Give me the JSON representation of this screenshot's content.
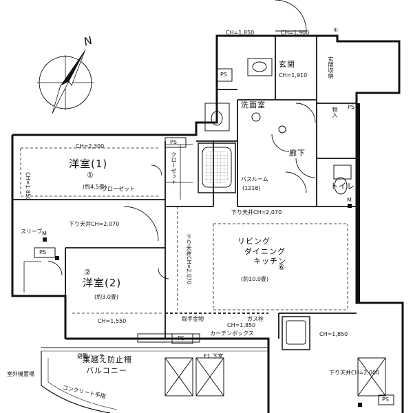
{
  "compass": {
    "north_label": "N"
  },
  "rooms": {
    "western1": {
      "name": "洋室(1)",
      "area": "(約4.5畳)",
      "ceiling": "CH=2,300"
    },
    "western2": {
      "name": "洋室(2)",
      "area": "(約3.0畳)",
      "ceiling": "CH=1,550"
    },
    "ldk": {
      "name_line1": "リビング",
      "name_line2": "ダイニング",
      "name_line3": "キッチン",
      "area": "(約10.0畳)"
    },
    "entrance": {
      "name": "玄関",
      "storage": "玄関収納",
      "ceiling_a": "CH=1,850",
      "ceiling_b": "CH=1,900",
      "ceiling_c": "CH=1,910"
    },
    "washroom": {
      "name": "洗面室"
    },
    "hallway": {
      "name": "廊下"
    },
    "bathroom": {
      "name": "バスルーム",
      "size": "(1216)"
    },
    "toilet": {
      "name": "トイレ"
    },
    "balcony": {
      "name": "バルコニー",
      "sub": "乗越え防止柵"
    },
    "storage_closet": {
      "name": "クローゼット"
    },
    "ceiling_ldk_top": "下り天井CH=2,070",
    "ceiling_w1_bottom": "下り天井CH=2,070",
    "ceiling_ldk_bottom": "CH=1,850",
    "ceiling_right": "CH=1,850",
    "ceiling_lower_right": "下り天井CH=2,000",
    "ceiling_left_vert": "CH=1,850"
  },
  "labels": {
    "ps": "PS",
    "m": "M",
    "curtain_box": "カーテンボックス",
    "cornice": "取手金物",
    "closet_vert": "クローゼット",
    "gas_stand": "ガス栓",
    "shoe": "物入",
    "outdoor_unit": "室外機置場",
    "concrete": "コンクリート手摺",
    "slab": "F1 下室",
    "sleeve": "スリーブ",
    "fire_ext": "避難ハッチ",
    "circle_mark": "①",
    "numeral_w1": "①",
    "numeral_w2": "②",
    "numeral_ldk": "⑥"
  }
}
